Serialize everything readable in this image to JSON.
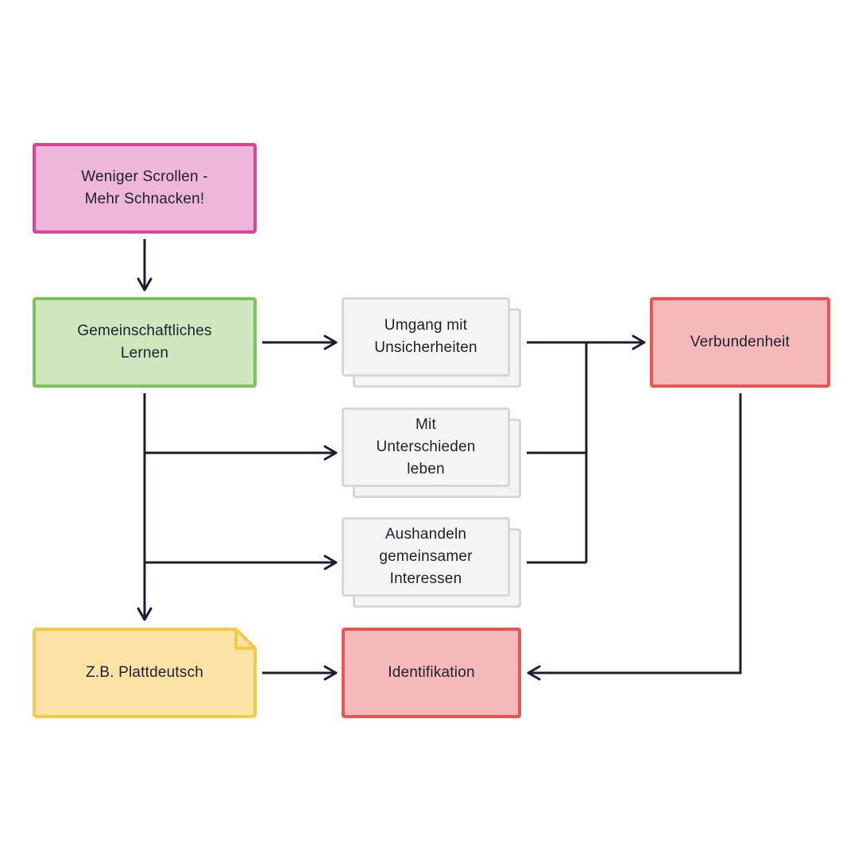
{
  "nodes": {
    "weniger_scrollen": {
      "label": "Weniger Scrollen -\nMehr Schnacken!",
      "fill": "#efb6dc",
      "border": "#d9449f"
    },
    "gemeinschaftliches_lernen": {
      "label": "Gemeinschaftliches\nLernen",
      "fill": "#cfe7bf",
      "border": "#7dc35b"
    },
    "umgang": {
      "label": "Umgang mit\nUnsicherheiten",
      "fill": "#f5f5f5",
      "border": "#d6d7db"
    },
    "unterschiede": {
      "label": "Mit\nUnterschieden\nleben",
      "fill": "#f5f5f5",
      "border": "#d6d7db"
    },
    "aushandeln": {
      "label": "Aushandeln\ngemeinsamer\nInteressen",
      "fill": "#f5f5f5",
      "border": "#d6d7db"
    },
    "verbundenheit": {
      "label": "Verbundenheit",
      "fill": "#f6b9b9",
      "border": "#ea5454"
    },
    "plattdeutsch": {
      "label": "Z.B. Plattdeutsch",
      "fill": "#fde2a6",
      "border": "#f7c94a"
    },
    "identifikation": {
      "label": "Identifikation",
      "fill": "#f6b9b9",
      "border": "#ea5454"
    }
  },
  "colors": {
    "connector": "#1b1f2e"
  }
}
